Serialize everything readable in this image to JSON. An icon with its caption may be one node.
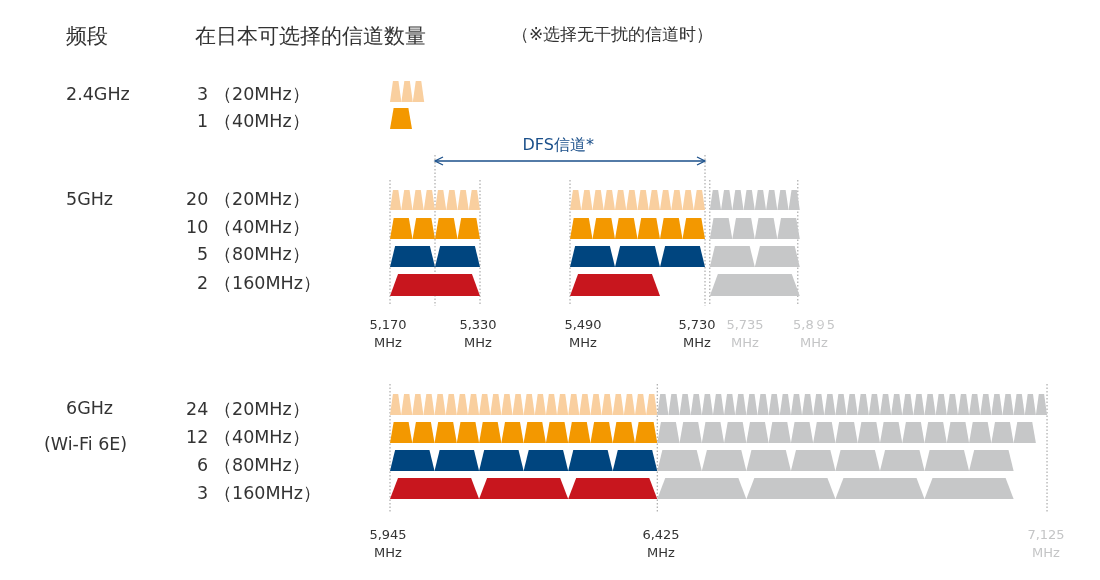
{
  "diagram": {
    "labels": [
      "频段",
      "在日本可选择的信道数量",
      "（※选择无干扰的信道时）",
      "2.4GHz",
      "3",
      "（20MHz）",
      "1",
      "（40MHz）",
      "DFS信道*",
      "5GHz",
      "20",
      "（20MHz）",
      "10",
      "（40MHz）",
      "5",
      "（80MHz）",
      "2",
      "（160MHz）",
      "5,170 MHz",
      "5,330 MHz",
      "5,490 MHz",
      "5,730 MHz",
      "5,735 MHz",
      "5,8９5 MHz",
      "6GHz",
      "24",
      "（20MHz）",
      "(Wi-Fi 6E)",
      "12",
      "（40MHz）",
      "6",
      "（80MHz）",
      "3",
      "（160MHz）",
      "5,945 MHz",
      "6,425 MHz",
      "7,125 MHz"
    ]
  }
}
